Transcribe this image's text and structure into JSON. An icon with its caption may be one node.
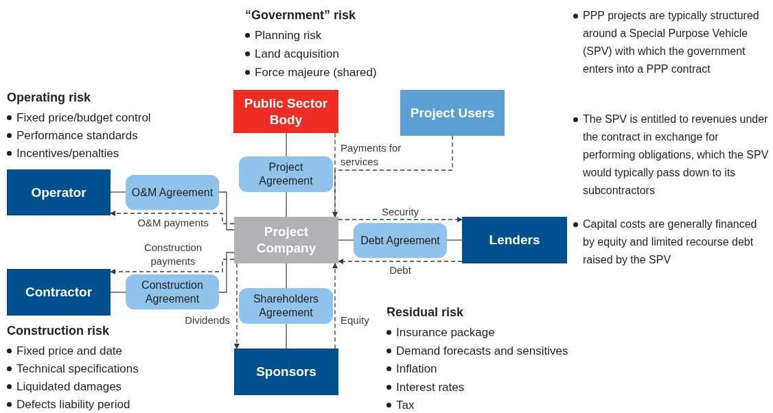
{
  "diagram": {
    "nodes": [
      {
        "text": [
          "Public Sector Body"
        ]
      },
      {
        "text": [
          "Project Users"
        ]
      },
      {
        "text": [
          "Project Agreement"
        ]
      },
      {
        "text": [
          "Operator"
        ]
      },
      {
        "text": [
          "O&M Agreement"
        ]
      },
      {
        "text": [
          "Project Company"
        ]
      },
      {
        "text": [
          "Debt Agreement"
        ]
      },
      {
        "text": [
          "Lenders"
        ]
      },
      {
        "text": [
          "Contractor"
        ]
      },
      {
        "text": [
          "Construction Agreement"
        ]
      },
      {
        "text": [
          "Shareholders Agreement"
        ]
      },
      {
        "text": [
          "Sponsors"
        ]
      }
    ],
    "edges": [
      {
        "from": 0,
        "to": 2,
        "arrow": "none"
      },
      {
        "from": 2,
        "to": 5,
        "arrow": "none"
      },
      {
        "from": 3,
        "to": 4,
        "arrow": "none"
      },
      {
        "from": 4,
        "to": 5,
        "arrow": "none"
      },
      {
        "from": 8,
        "to": 9,
        "arrow": "none"
      },
      {
        "from": 9,
        "to": 5,
        "arrow": "none"
      },
      {
        "from": 5,
        "to": 6,
        "arrow": "none"
      },
      {
        "from": 6,
        "to": 7,
        "arrow": "none"
      },
      {
        "from": 5,
        "to": 10,
        "arrow": "none"
      },
      {
        "from": 10,
        "to": 11,
        "arrow": "none"
      },
      {
        "from": 0,
        "to": 5,
        "arrow": "to",
        "style": "dashed",
        "label": "Payments for services"
      },
      {
        "from": 1,
        "to": 5,
        "arrow": "to",
        "style": "dashed"
      },
      {
        "from": 5,
        "to": 7,
        "arrow": "to",
        "style": "dashed",
        "label": "Security"
      },
      {
        "from": 7,
        "to": 5,
        "arrow": "to",
        "style": "dashed",
        "label": "Debt"
      },
      {
        "from": 5,
        "to": 3,
        "arrow": "to",
        "style": "dashed",
        "label": "O&M payments"
      },
      {
        "from": 5,
        "to": 8,
        "arrow": "to",
        "style": "dashed",
        "label": "Construction payments"
      },
      {
        "from": 5,
        "to": 11,
        "arrow": "to",
        "style": "dashed",
        "label": "Dividends"
      },
      {
        "from": 11,
        "to": 5,
        "arrow": "to",
        "style": "dashed",
        "label": "Equity"
      }
    ],
    "labels": [
      "“Government” risk",
      "Planning risk",
      "Land acquisition",
      "Force majeure (shared)",
      "PPP projects are typically structured around a Special Purpose Vehicle (SPV) with which the government enters into a PPP contract",
      "Operating risk",
      "Fixed price/budget control",
      "Performance standards",
      "Incentives/penalties",
      "The SPV is entitled to revenues under the contract in exchange for performing obligations, which the SPV would typically pass down to its subcontractors",
      "Capital costs are generally financed by equity and limited recourse debt raised by the SPV",
      "Residual risk",
      "Insurance package",
      "Demand forecasts and sensitives",
      "Inflation",
      "Interest rates",
      "Tax",
      "Construction risk",
      "Fixed price and date",
      "Technical specifications",
      "Liquidated damages",
      "Defects liability period"
    ]
  }
}
